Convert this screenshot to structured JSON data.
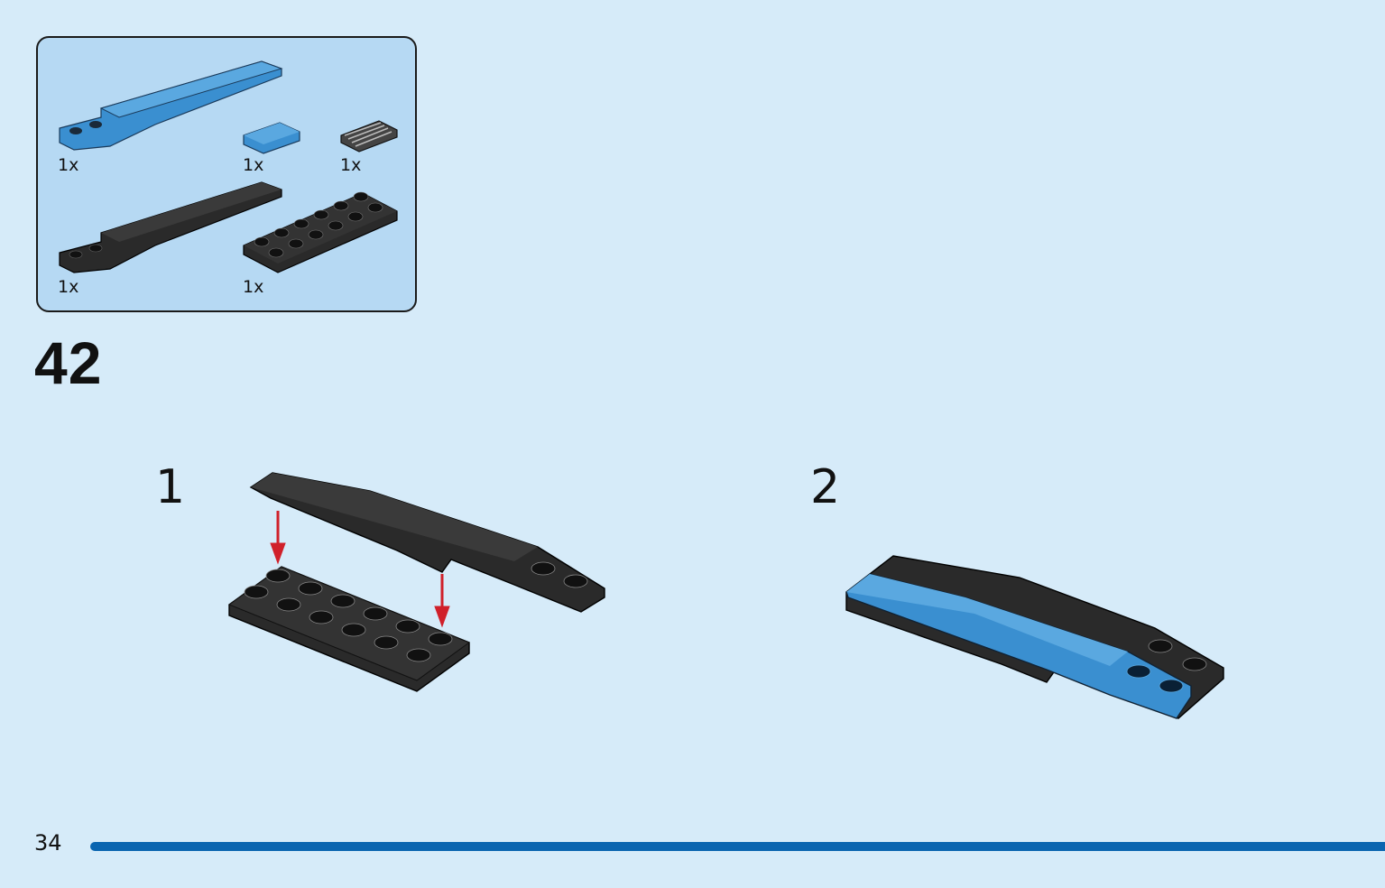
{
  "parts_list": {
    "items": [
      {
        "name": "blue-curved-slope",
        "color": "#3a8fd0",
        "qty": "1x"
      },
      {
        "name": "blue-tile",
        "color": "#3a8fd0",
        "qty": "1x"
      },
      {
        "name": "black-grille-tile",
        "color": "#222222",
        "qty": "1x"
      },
      {
        "name": "black-curved-slope",
        "color": "#222222",
        "qty": "1x"
      },
      {
        "name": "black-plate-2x6",
        "color": "#222222",
        "qty": "1x"
      }
    ]
  },
  "step": {
    "number": "42",
    "substeps": [
      {
        "label": "1"
      },
      {
        "label": "2"
      }
    ]
  },
  "footer": {
    "page_number": "34",
    "bar_color": "#0a65b0"
  },
  "colors": {
    "background": "#d6ebf9",
    "parts_box": "#b6d9f3",
    "arrow": "#d0202a",
    "blue_brick": "#3a8fd0",
    "black_brick": "#222222"
  }
}
